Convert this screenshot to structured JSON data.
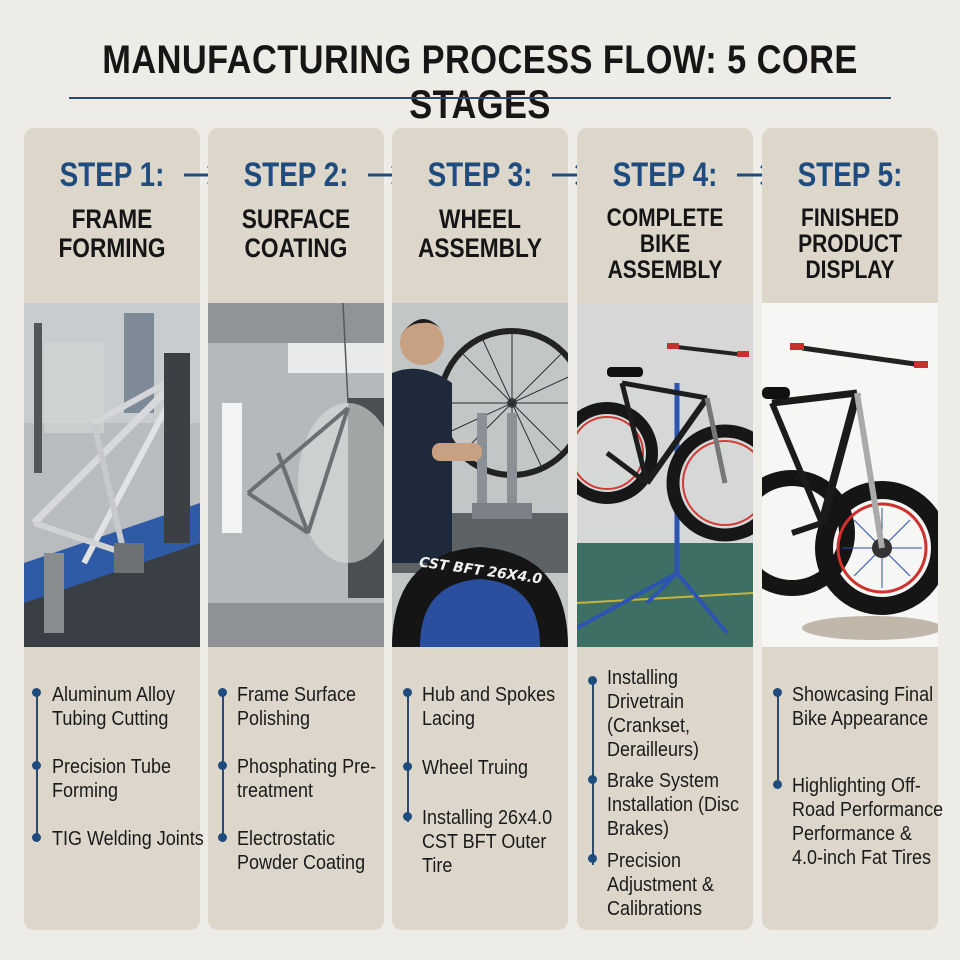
{
  "title": "MANUFACTURING PROCESS FLOW: 5 CORE STAGES",
  "steps": [
    {
      "label": "STEP 1:",
      "name_lines": [
        "FRAME",
        "FORMING"
      ],
      "bullets": [
        "Aluminum Alloy Tubing Cutting",
        "Precision Tube Forming",
        "TIG Welding Joints"
      ]
    },
    {
      "label": "STEP 2:",
      "name_lines": [
        "SURFACE",
        "COATING"
      ],
      "bullets": [
        "Frame Surface Polishing",
        "Phosphating Pre-treatment",
        "Electrostatic Powder Coating"
      ]
    },
    {
      "label": "STEP 3:",
      "name_lines": [
        "WHEEL",
        "ASSEMBLY"
      ],
      "bullets": [
        "Hub and Spokes Lacing",
        "Wheel Truing",
        "Installing 26x4.0 CST BFT Outer Tire"
      ]
    },
    {
      "label": "STEP 4:",
      "name_lines": [
        "COMPLETE",
        "BIKE",
        "ASSEMBLY"
      ],
      "bullets": [
        "Installing Drivetrain (Crankset, Derailleurs)",
        "Brake System Installation (Disc Brakes)",
        "Precision Adjustment & Calibrations"
      ]
    },
    {
      "label": "STEP 5:",
      "name_lines": [
        "FINISHED",
        "PRODUCT",
        "DISPLAY"
      ],
      "bullets": [
        "Showcasing Final Bike Appearance",
        "Highlighting Off-Road Performance Performance & 4.0-inch Fat Tires"
      ]
    }
  ],
  "tire_text": "CST BFT 26X4.0",
  "colors": {
    "accent": "#1f4c7e",
    "panel": "#ddd7cb",
    "background": "#eeece6"
  }
}
